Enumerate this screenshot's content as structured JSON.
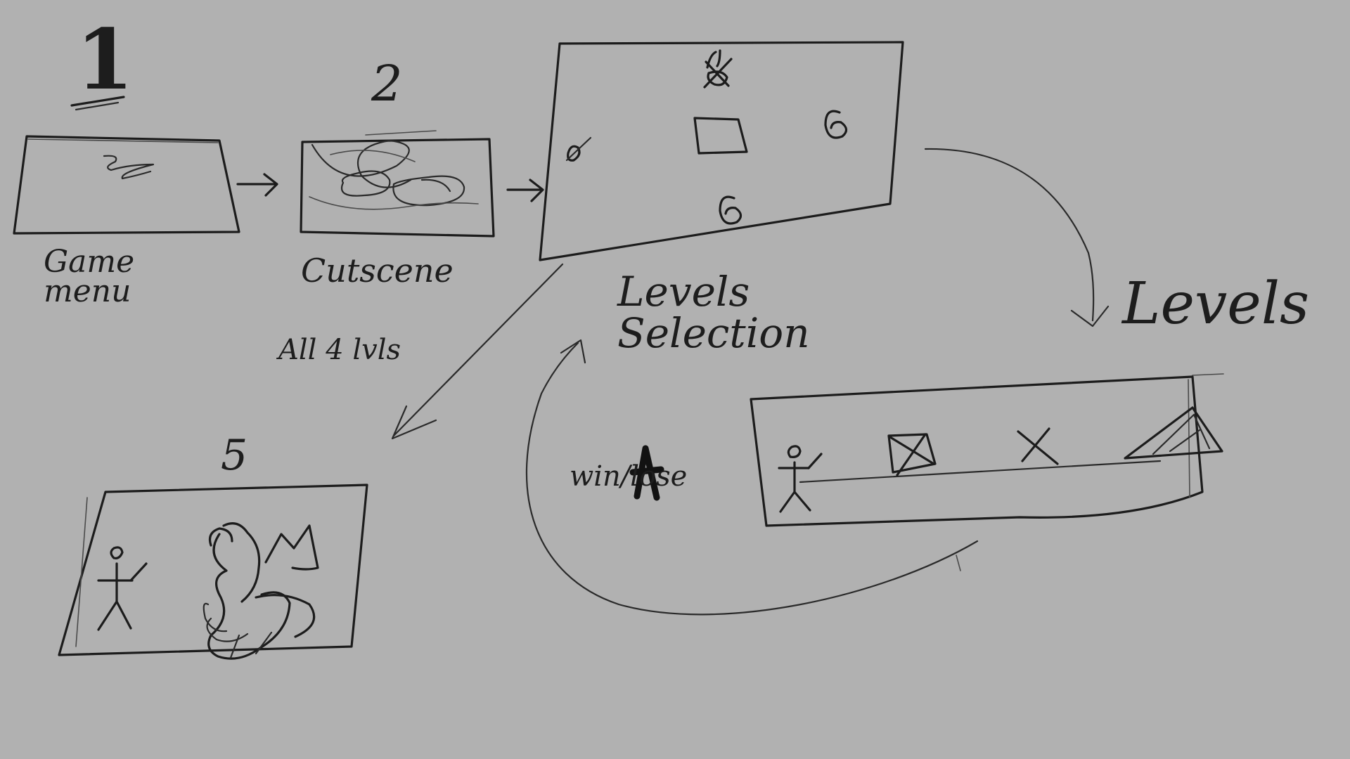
{
  "steps": {
    "step1": {
      "number": "1",
      "label": "Game menu"
    },
    "step2": {
      "number": "2",
      "label": "Cutscene"
    },
    "step3": {
      "label": "Levels Selection"
    },
    "step4": {
      "label": "Levels"
    },
    "step5": {
      "number": "5",
      "label": ""
    }
  },
  "notes": {
    "all_levels": "All 4 lvls",
    "win_lose": "win/lose"
  },
  "colors": {
    "background": "#b1b1b1",
    "ink": "#1c1c1c"
  }
}
